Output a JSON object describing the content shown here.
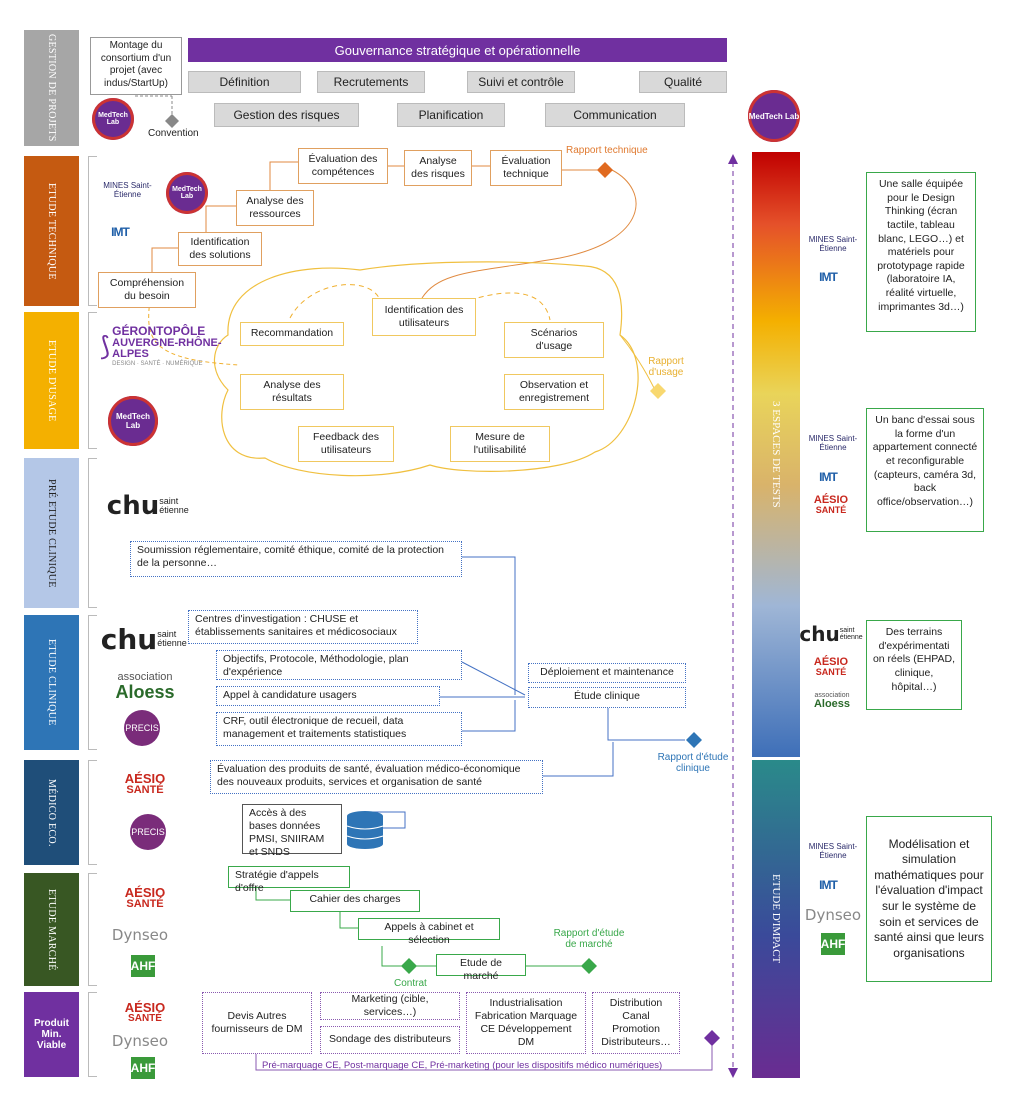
{
  "sections": [
    {
      "id": "gestion",
      "label": "Gestion de projets",
      "color": "#a6a6a6"
    },
    {
      "id": "technique",
      "label": "Etude technique",
      "color": "#c55a11"
    },
    {
      "id": "usage",
      "label": "Etude d'usage",
      "color": "#f4b000"
    },
    {
      "id": "preclinique",
      "label": "Pré etude clinique",
      "color": "#b4c7e7"
    },
    {
      "id": "clinique",
      "label": "Etude clinique",
      "color": "#2e75b6"
    },
    {
      "id": "medicoeco",
      "label": "Médico eco.",
      "color": "#1f4e79"
    },
    {
      "id": "marche",
      "label": "Etude marché",
      "color": "#385723"
    },
    {
      "id": "pmv",
      "label": "Produit Min. Viable",
      "color": "#7030a0"
    }
  ],
  "gestion": {
    "montage": "Montage du consortium d'un projet (avec indus/StartUp)",
    "convention": "Convention",
    "gouvernance": "Gouvernance stratégique et opérationnelle",
    "row1": [
      "Définition",
      "Recrutements",
      "Suivi et contrôle",
      "Qualité"
    ],
    "row2": [
      "Gestion des risques",
      "Planification",
      "Communication"
    ]
  },
  "technique": {
    "comprehension": "Compréhension du besoin",
    "identification": "Identification des solutions",
    "analyse_ressources": "Analyse des ressources",
    "evaluation_competences": "Évaluation des compétences",
    "analyse_risques": "Analyse des risques",
    "evaluation_technique": "Évaluation technique",
    "rapport": "Rapport technique"
  },
  "usage": {
    "identification_utilisateurs": "Identification des utilisateurs",
    "recommandation": "Recommandation",
    "scenarios": "Scénarios d'usage",
    "analyse_resultats": "Analyse des résultats",
    "observation": "Observation et enregistrement",
    "feedback": "Feedback des utilisateurs",
    "mesure": "Mesure de l'utilisabilité",
    "rapport": "Rapport d'usage"
  },
  "preclinique": {
    "soumission": "Soumission réglementaire, comité éthique, comité de la protection de la personne…"
  },
  "clinique": {
    "centres": "Centres d'investigation : CHUSE et établissements sanitaires et médicosociaux",
    "objectifs": "Objectifs, Protocole, Méthodologie, plan d'expérience",
    "appel": "Appel à candidature usagers",
    "crf": "CRF, outil électronique de recueil, data management et traitements statistiques",
    "deploiement": "Déploiement et maintenance",
    "etude": "Étude clinique",
    "rapport": "Rapport d'étude clinique"
  },
  "medicoeco": {
    "evaluation": "Évaluation des produits de santé, évaluation médico-économique des nouveaux produits, services et organisation de santé",
    "acces": "Accès à des bases données PMSI, SNIIRAM et SNDS"
  },
  "marche": {
    "strategie": "Stratégie d'appels d'offre",
    "cahier": "Cahier des charges",
    "appels": "Appels à cabinet et sélection",
    "contrat": "Contrat",
    "etude": "Etude de marché",
    "rapport": "Rapport d'étude de marché"
  },
  "pmv": {
    "devis": "Devis Autres fournisseurs de DM",
    "marketing": "Marketing (cible, services…)",
    "sondage": "Sondage des distributeurs",
    "industrialisation": "Industrialisation Fabrication Marquage CE Développement DM",
    "distribution": "Distribution Canal Promotion Distributeurs…",
    "bottom": "Pré-marquage CE, Post-marquage CE, Pré-marketing (pour les dispositifs médico numériques)"
  },
  "right": {
    "espaces": "3 espaces de tests",
    "impact": "Etude d'impact",
    "notes": [
      "Une salle équipée pour le Design Thinking (écran tactile, tableau blanc, LEGO…) et matériels pour prototypage rapide (laboratoire IA, réalité virtuelle, imprimantes 3d…)",
      "Un banc d'essai sous la forme d'un appartement connecté et reconfigurable (capteurs, caméra 3d, back office/observation…)",
      "Des terrains d'expérimentati on réels (EHPAD, clinique, hôpital…)",
      "Modélisation et simulation mathématiques pour l'évaluation d'impact sur le système de soin et services de santé ainsi que leurs organisations"
    ]
  },
  "logos": {
    "medtech": "MedTech Lab",
    "mines": "MINES Saint-Étienne",
    "imt": "IMT",
    "geronto1": "GÉRONTOPÔLE",
    "geronto2": "AUVERGNE-RHÔNE-ALPES",
    "geronto3": "DESIGN · SANTÉ · NUMÉRIQUE",
    "chu": "chu",
    "chu_sub": "saint étienne",
    "association": "association",
    "aloess": "Aloess",
    "precis": "PRECIS",
    "aesio1": "AÉSIO",
    "aesio2": "SANTÉ",
    "dynseo": "Dynseo",
    "ahf": "AHF"
  },
  "colors": {
    "purple": "#7030a0",
    "orange": "#c55a11",
    "yellow": "#f4b000",
    "blue": "#2e75b6",
    "green": "#39a84a"
  }
}
